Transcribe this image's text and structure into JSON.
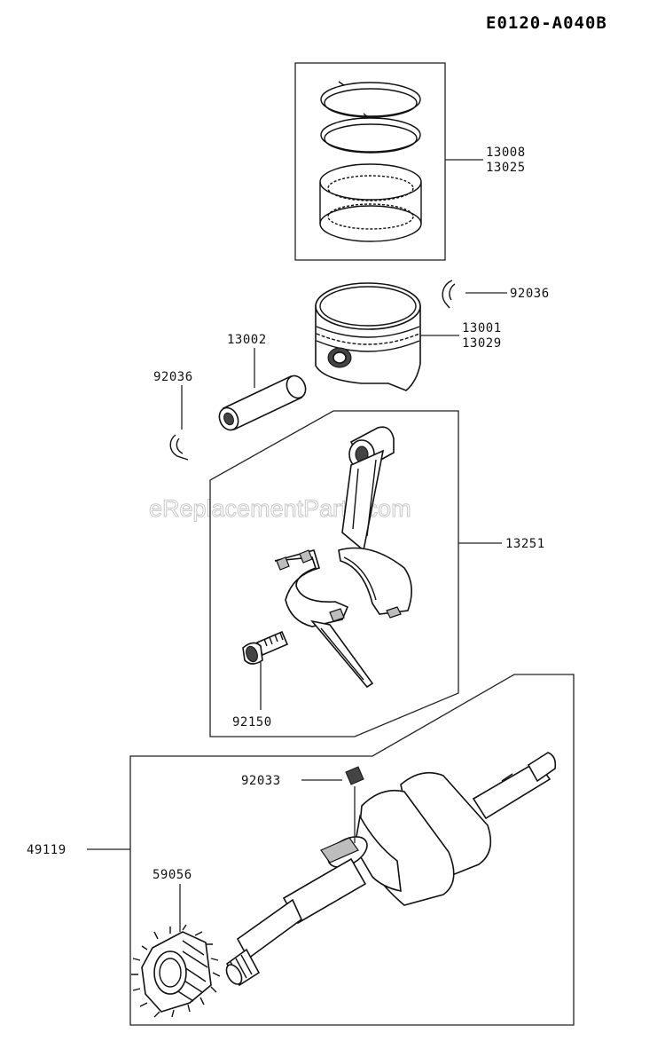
{
  "diagram_code": "E0120-A040B",
  "watermark": "eReplacementParts.com",
  "labels": {
    "piston_ring_set": [
      "13008",
      "13025"
    ],
    "circlip_right": "92036",
    "piston_pin": "13002",
    "piston": [
      "13001",
      "13029"
    ],
    "circlip_left": "92036",
    "connecting_rod": "13251",
    "rod_bolt": "92150",
    "key": "92033",
    "crankshaft_assembly": "49119",
    "crank_gear": "59056"
  }
}
